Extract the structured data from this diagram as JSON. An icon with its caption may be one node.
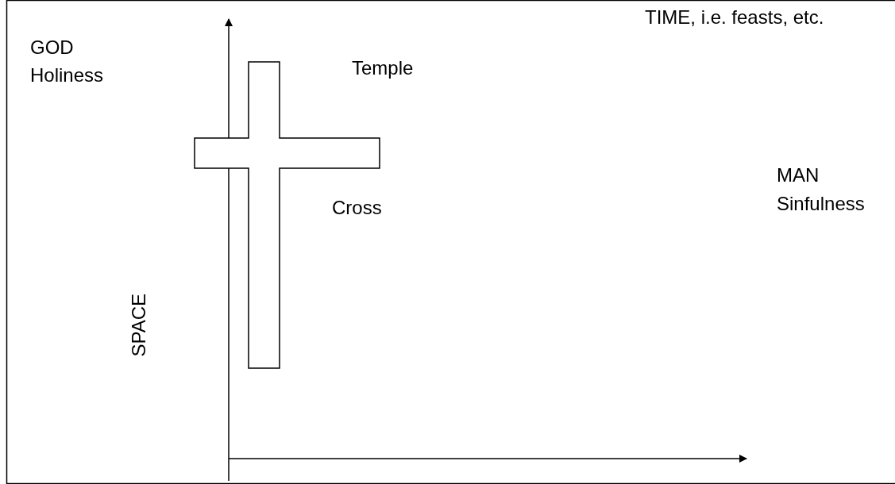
{
  "diagram": {
    "labels": [
      "TIME, i.e. feasts, etc.",
      "GOD",
      "Temple",
      "Holiness",
      "MAN",
      "Cross",
      "Sinfulness",
      "SPACE"
    ]
  }
}
